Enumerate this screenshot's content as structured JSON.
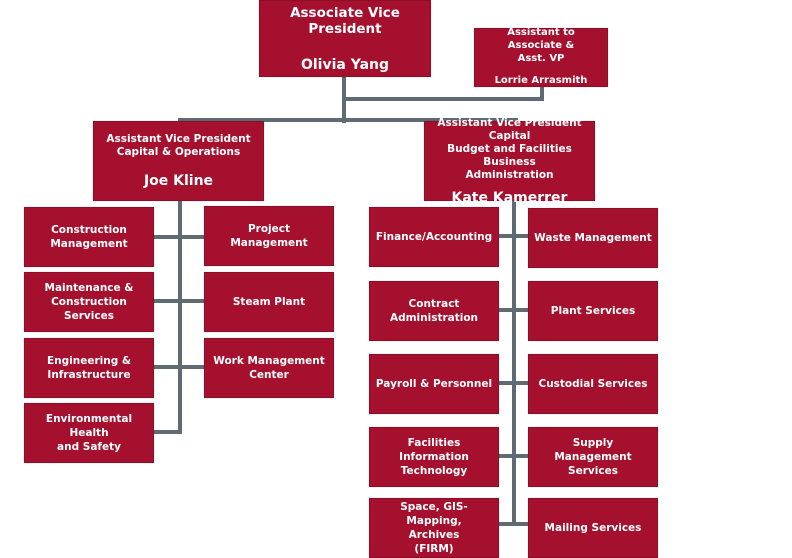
{
  "chart_title": "",
  "top": {
    "title": "Associate Vice President",
    "name": "Olivia Yang"
  },
  "assistant": {
    "title": "Assistant to Associate &\nAsst. VP",
    "name": "Lorrie Arrasmith"
  },
  "left_avp": {
    "title": "Assistant Vice President\nCapital & Operations",
    "name": "Joe Kline",
    "units_left": [
      "Construction\nManagement",
      "Maintenance &\nConstruction Services",
      "Engineering &\nInfrastructure",
      "Environmental Health\nand Safety"
    ],
    "units_right": [
      "Project Management",
      "Steam Plant",
      "Work Management\nCenter"
    ]
  },
  "right_avp": {
    "title": "Assistant Vice President Capital\nBudget and Facilities Business\nAdministration",
    "name": "Kate Kamerrer",
    "units_left": [
      "Finance/Accounting",
      "Contract\nAdministration",
      "Payroll & Personnel",
      "Facilities Information\nTechnology",
      "Space, GIS-Mapping,\nArchives\n(FIRM)"
    ],
    "units_right": [
      "Waste Management",
      "Plant Services",
      "Custodial Services",
      "Supply Management\nServices",
      "Mailing Services"
    ]
  },
  "colors": {
    "box_fill": "#a6102f",
    "box_text": "#ffffff",
    "connector": "#5f6b73"
  }
}
